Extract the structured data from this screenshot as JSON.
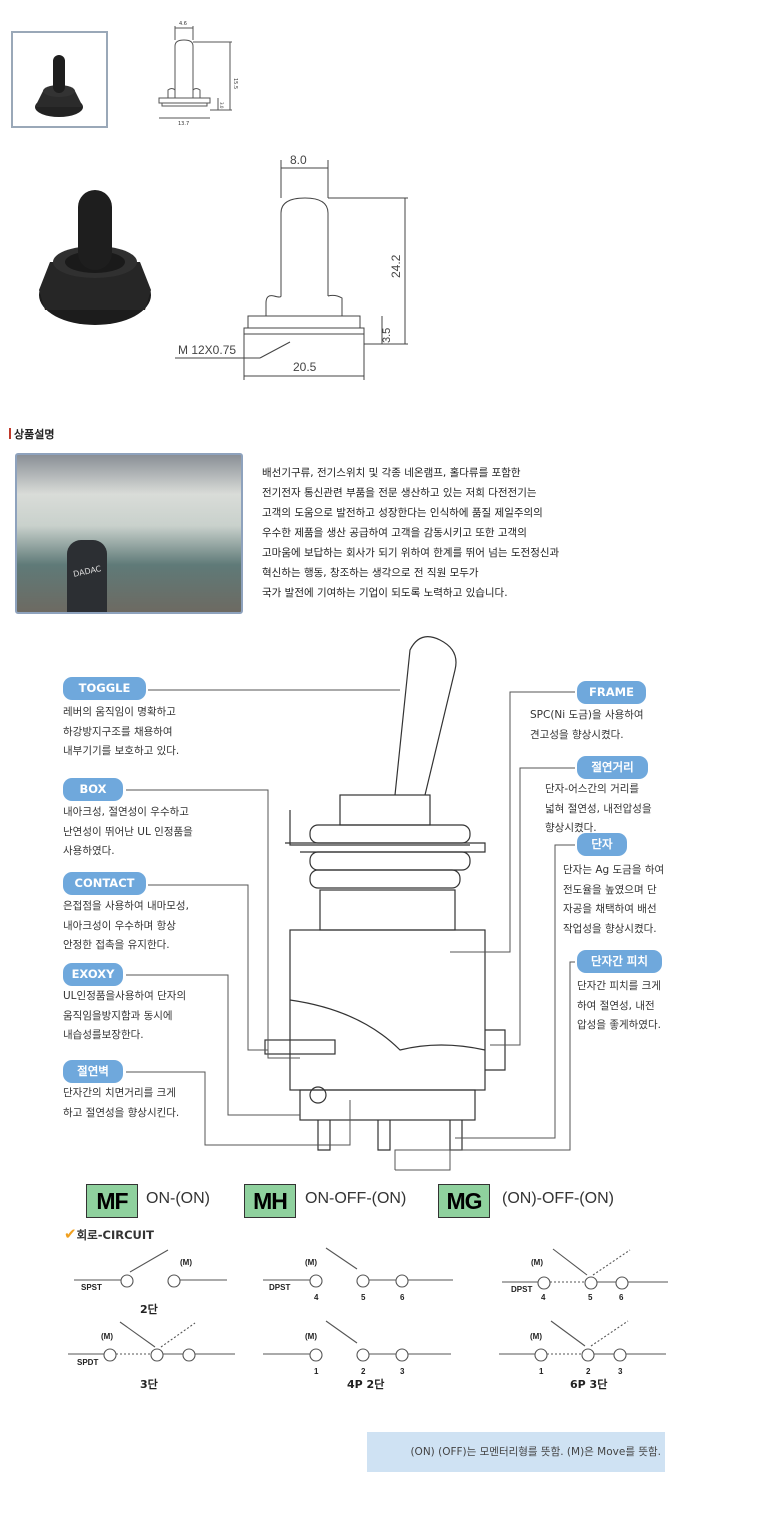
{
  "small_drawing": {
    "width_top": "4.6",
    "height": "15.5",
    "base_height": "3.0",
    "base_width": "13.7"
  },
  "large_drawing": {
    "width_top": "8.0",
    "height": "24.2",
    "base_height": "3.5",
    "thread": "M 12X0.75",
    "base_width": "20.5"
  },
  "section_title": "상품설명",
  "intro_lines": [
    "배선기구류, 전기스위치 및 각종 네온램프, 홀다류를 포함한",
    "전기전자 통신관련 부품을 전문 생산하고 있는 저희 다전전기는",
    "고객의 도움으로 발전하고 성장한다는 인식하에 품질 제일주의의",
    "우수한 제품을 생산 공급하여 고객을 감동시키고 또한 고객의",
    "고마움에 보답하는 회사가 되기 위하여 한계를 뛰어 넘는 도전정신과",
    "혁신하는 행동, 창조하는 생각으로 전 직원 모두가",
    "국가 발전에 기여하는 기업이 되도록 노력하고 있습니다."
  ],
  "factory_photo_text": "DADAC",
  "features_left": [
    {
      "label": "TOGGLE",
      "lines": [
        "레버의 움직임이 명확하고",
        "하강방지구조를 채용하여",
        "내부기기를 보호하고 있다."
      ]
    },
    {
      "label": "BOX",
      "lines": [
        "내아크성, 절연성이 우수하고",
        "난연성이 뛰어난 UL 인정품을",
        "사용하였다."
      ]
    },
    {
      "label": "CONTACT",
      "lines": [
        "은접점을 사용하여 내마모성,",
        "내아크성이 우수하며 항상",
        "안정한 접촉을 유지한다."
      ]
    },
    {
      "label": "EXOXY",
      "lines": [
        "UL인정품을사용하여 단자의",
        "움직임을방지함과 동시에",
        "내습성를보장한다."
      ]
    },
    {
      "label": "절연벽",
      "lines": [
        "단자간의 치면거리를 크게",
        "하고 절연성을 향상시킨다."
      ]
    }
  ],
  "features_right": [
    {
      "label": "FRAME",
      "lines": [
        "SPC(Ni 도금)을 사용하여",
        "견고성을 향상시켰다."
      ]
    },
    {
      "label": "절연거리",
      "lines": [
        "단자-어스간의 거리를",
        "넓혀 절연성, 내전압성을",
        "향상시켰다."
      ]
    },
    {
      "label": "단자",
      "lines": [
        "단자는 Ag 도금을 하여",
        "전도율을 높였으며 단",
        "자공을 채택하여 배선",
        "작업성을 향상시켰다."
      ]
    },
    {
      "label": "단자간 피치",
      "lines": [
        "단자간 피치를 크게",
        "하여 절연성, 내전",
        "압성을 좋게하였다."
      ]
    }
  ],
  "modes": [
    {
      "code": "MF",
      "desc": "ON-(ON)"
    },
    {
      "code": "MH",
      "desc": "ON-OFF-(ON)"
    },
    {
      "code": "MG",
      "desc": "(ON)-OFF-(ON)"
    }
  ],
  "mode_color": "#8fd19e",
  "pill_color": "#6fa8dc",
  "circuit_title": "회로-CIRCUIT",
  "circuits": {
    "spst": {
      "type": "SPST",
      "m": "(M)",
      "caption": "2단"
    },
    "dpst1": {
      "type": "DPST",
      "m": "(M)",
      "nums": [
        "4",
        "5",
        "6"
      ]
    },
    "dpst2": {
      "type": "DPST",
      "m": "(M)",
      "nums": [
        "4",
        "5",
        "6"
      ]
    },
    "spdt": {
      "type": "SPDT",
      "m": "(M)",
      "caption": "3단"
    },
    "p4": {
      "m": "(M)",
      "nums": [
        "1",
        "2",
        "3"
      ],
      "caption": "4P 2단"
    },
    "p6": {
      "m": "(M)",
      "nums": [
        "1",
        "2",
        "3"
      ],
      "caption": "6P 3단"
    }
  },
  "note": "(ON) (OFF)는 모멘터리형를 뜻함. (M)은 Move를 뜻함."
}
